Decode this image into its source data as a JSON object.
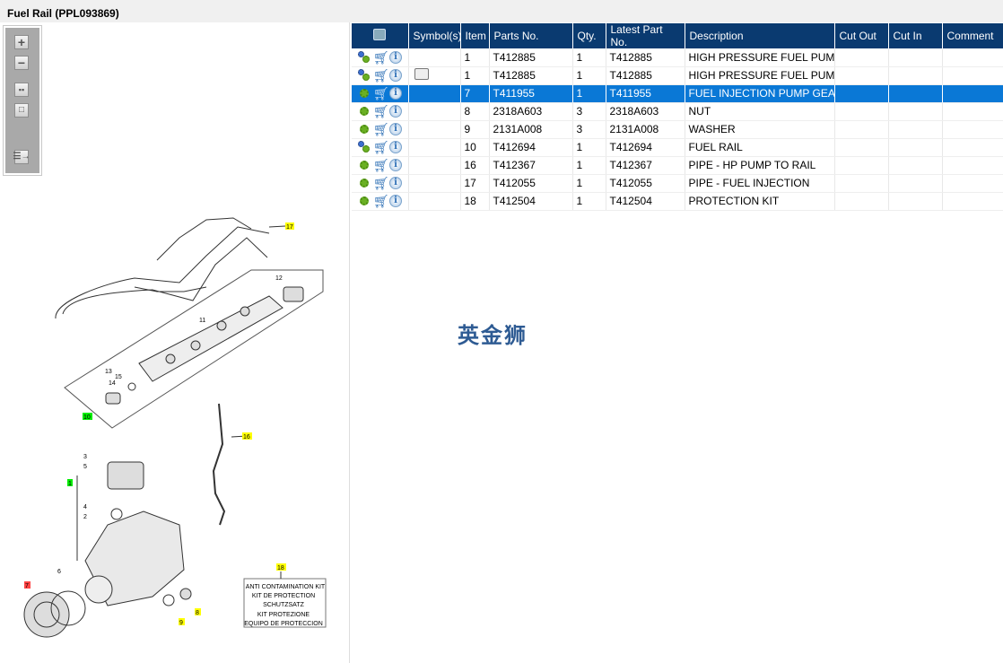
{
  "window": {
    "title": "Fuel Rail (PPL093869)"
  },
  "toolbar": {
    "zoom_in": "+",
    "zoom_out": "−",
    "fit": "fit",
    "actual": "actual",
    "list": "list"
  },
  "table": {
    "columns": [
      "",
      "Symbol(s)",
      "Item",
      "Parts No.",
      "Qty.",
      "Latest Part No.",
      "Description",
      "Cut Out",
      "Cut In",
      "Comment"
    ],
    "rows": [
      {
        "type": "assembly",
        "symbol": "",
        "item": "1",
        "part": "T412885",
        "qty": "1",
        "latest": "T412885",
        "desc": "HIGH PRESSURE FUEL PUMP",
        "cut_out": "",
        "cut_in": "",
        "comment": ""
      },
      {
        "type": "assembly",
        "symbol": "book-magnifier",
        "item": "1",
        "part": "T412885",
        "qty": "1",
        "latest": "T412885",
        "desc": "HIGH PRESSURE FUEL PUMP",
        "cut_out": "",
        "cut_in": "",
        "comment": ""
      },
      {
        "type": "part",
        "symbol": "",
        "item": "7",
        "part": "T411955",
        "qty": "1",
        "latest": "T411955",
        "desc": "FUEL INJECTION PUMP GEAR",
        "cut_out": "",
        "cut_in": "",
        "comment": "",
        "selected": true
      },
      {
        "type": "part",
        "symbol": "",
        "item": "8",
        "part": "2318A603",
        "qty": "3",
        "latest": "2318A603",
        "desc": "NUT",
        "cut_out": "",
        "cut_in": "",
        "comment": ""
      },
      {
        "type": "part",
        "symbol": "",
        "item": "9",
        "part": "2131A008",
        "qty": "3",
        "latest": "2131A008",
        "desc": "WASHER",
        "cut_out": "",
        "cut_in": "",
        "comment": ""
      },
      {
        "type": "assembly",
        "symbol": "",
        "item": "10",
        "part": "T412694",
        "qty": "1",
        "latest": "T412694",
        "desc": "FUEL RAIL",
        "cut_out": "",
        "cut_in": "",
        "comment": ""
      },
      {
        "type": "part",
        "symbol": "",
        "item": "16",
        "part": "T412367",
        "qty": "1",
        "latest": "T412367",
        "desc": "PIPE - HP PUMP TO RAIL",
        "cut_out": "",
        "cut_in": "",
        "comment": ""
      },
      {
        "type": "part",
        "symbol": "",
        "item": "17",
        "part": "T412055",
        "qty": "1",
        "latest": "T412055",
        "desc": "PIPE - FUEL INJECTION",
        "cut_out": "",
        "cut_in": "",
        "comment": ""
      },
      {
        "type": "part",
        "symbol": "",
        "item": "18",
        "part": "T412504",
        "qty": "1",
        "latest": "T412504",
        "desc": "PROTECTION KIT",
        "cut_out": "",
        "cut_in": "",
        "comment": ""
      }
    ]
  },
  "watermark": "英金狮",
  "diagram": {
    "callouts": [
      "17",
      "12",
      "11",
      "13",
      "15",
      "14",
      "10",
      "16",
      "3",
      "5",
      "1",
      "4",
      "2",
      "6",
      "7",
      "18",
      "9",
      "8"
    ],
    "kit_label": [
      "ANTI CONTAMINATION KIT",
      "KIT DE PROTECTION",
      "SCHUTZSATZ",
      "KIT PROTEZIONE",
      "EQUIPO DE PROTECCION"
    ]
  },
  "colors": {
    "header": "#0a3a70",
    "selected": "#0a78d6",
    "callout_yellow": "#ffff00",
    "callout_green": "#00e000",
    "callout_red": "#ff4040"
  }
}
